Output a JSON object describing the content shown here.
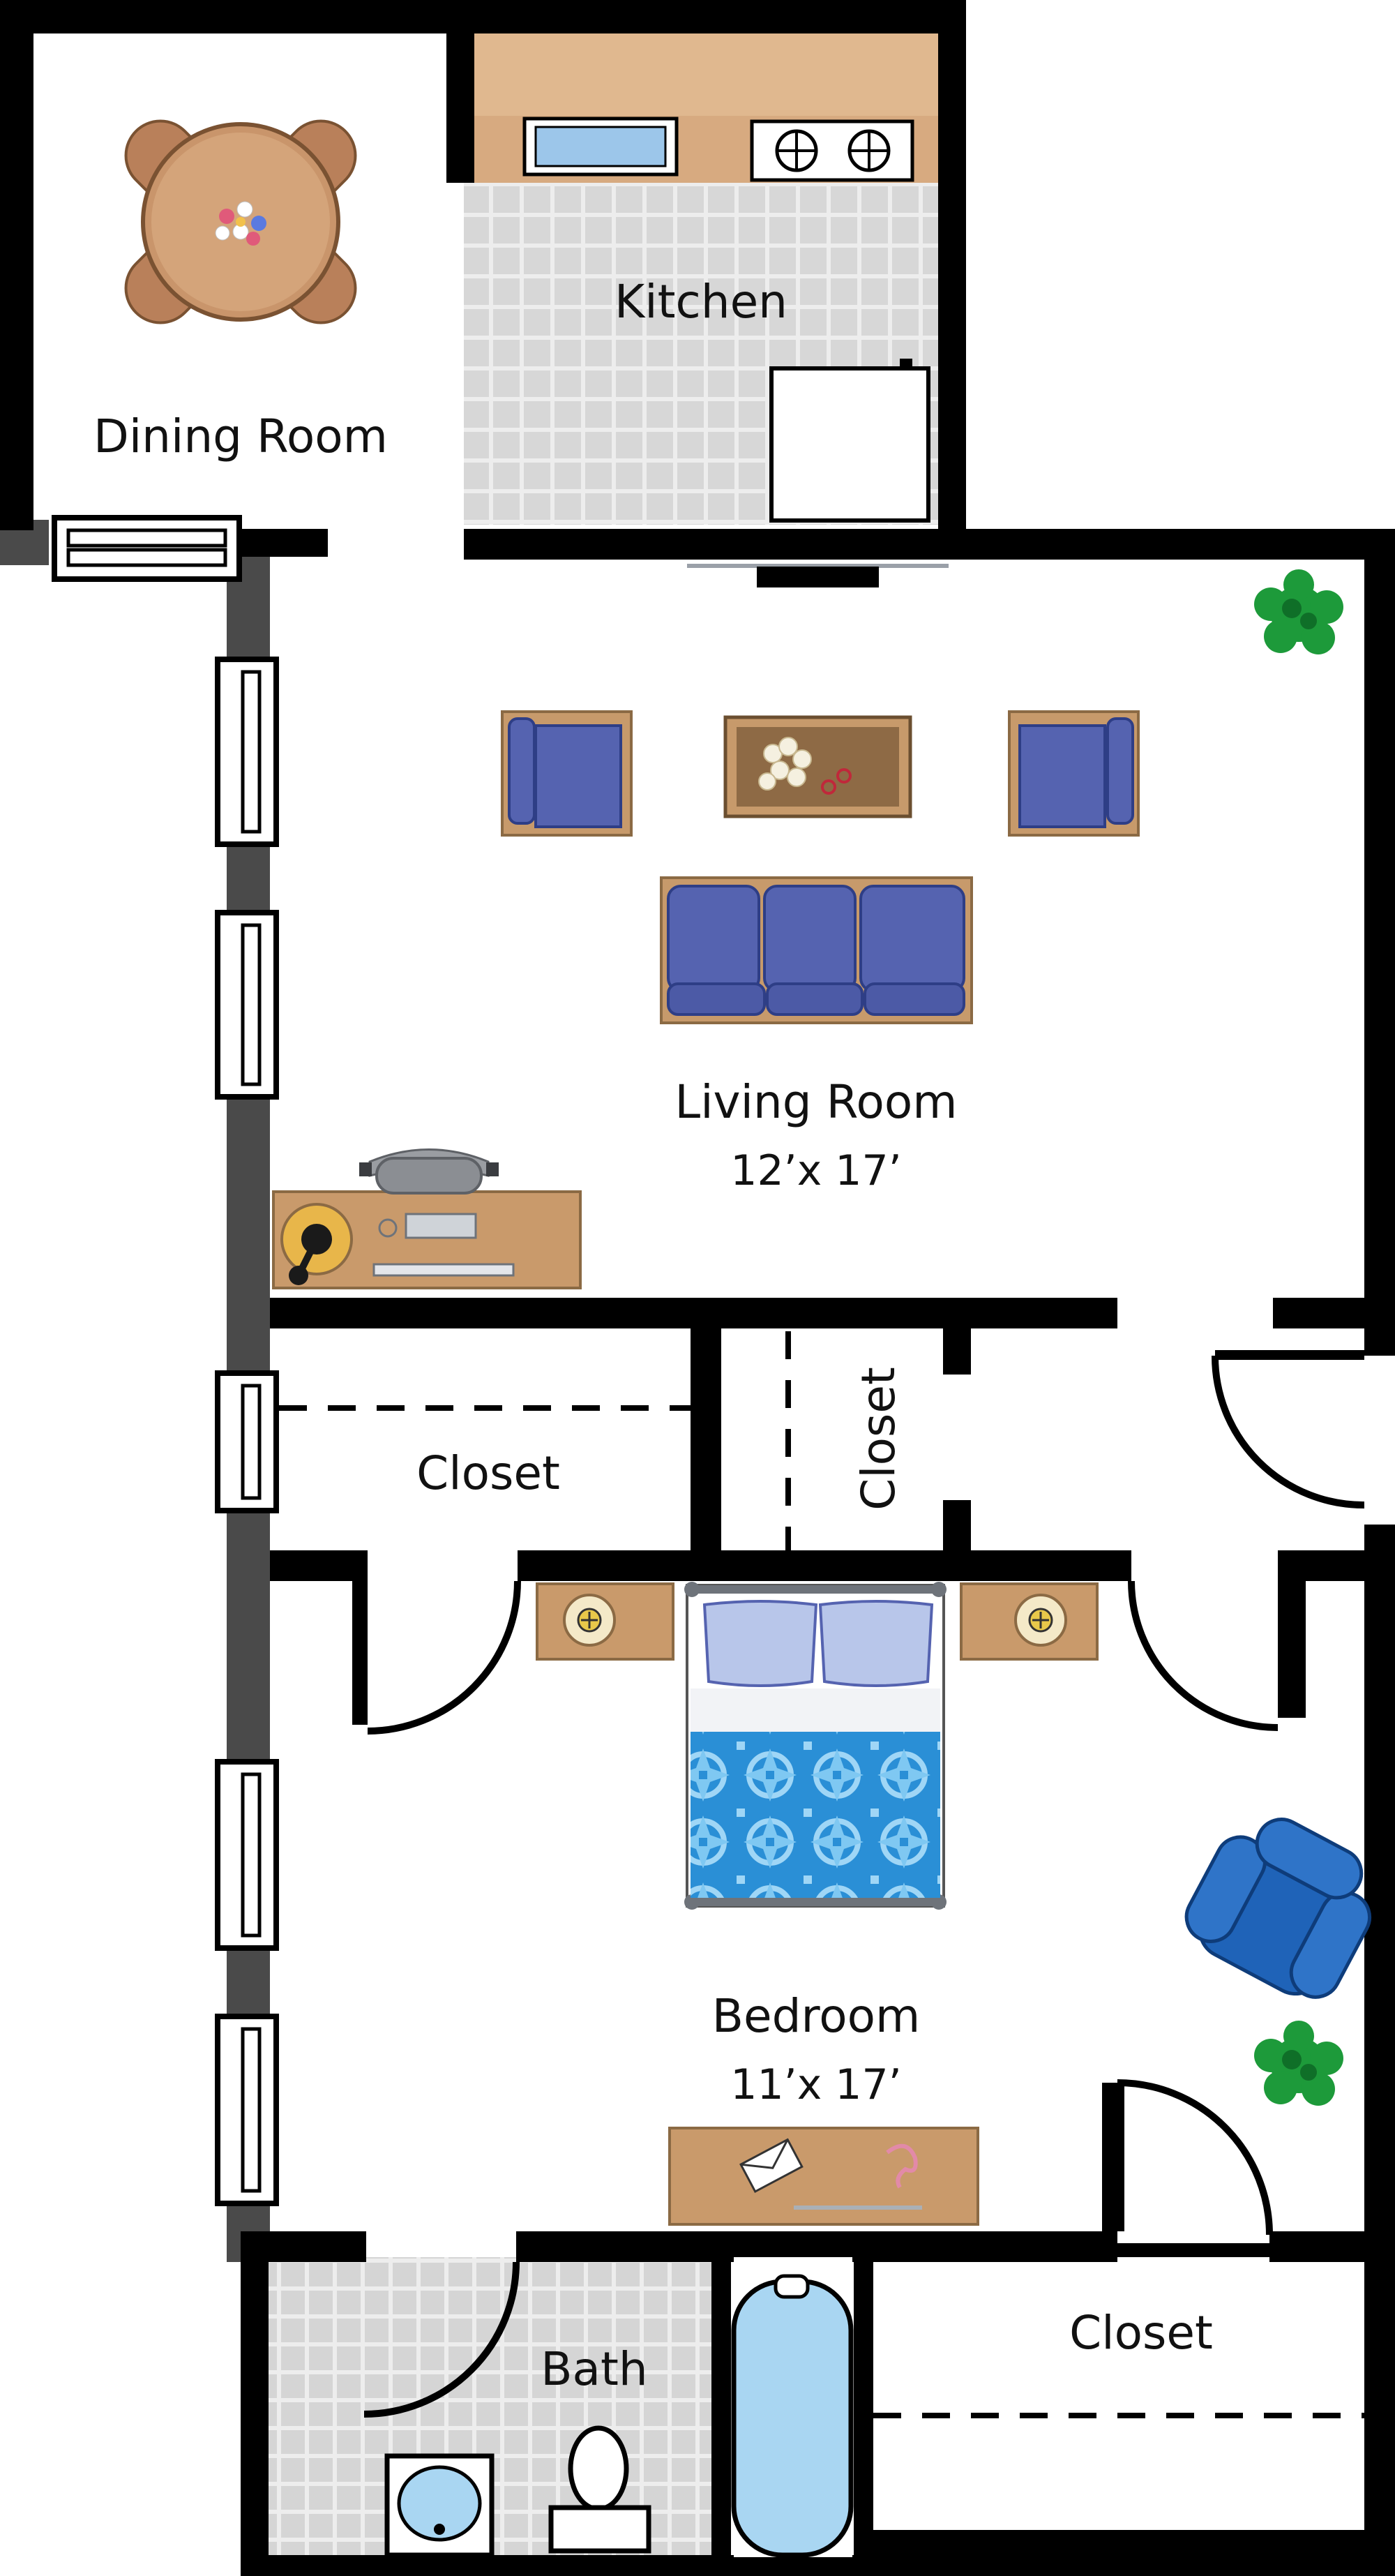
{
  "rooms": {
    "dining": {
      "label": "Dining Room"
    },
    "kitchen": {
      "label": "Kitchen"
    },
    "living": {
      "label": "Living Room",
      "size": "12’x 17’"
    },
    "closet_left": {
      "label": "Closet"
    },
    "closet_mid": {
      "label": "Closet"
    },
    "bedroom": {
      "label": "Bedroom",
      "size": "11’x 17’"
    },
    "bath": {
      "label": "Bath"
    },
    "closet_bottom": {
      "label": "Closet"
    }
  },
  "colors": {
    "wall": "#000000",
    "exterior_wall": "#4a4a4a",
    "wood": "#c99a6b",
    "wood_dark": "#8b6a44",
    "tile": "#d8d8d8",
    "tile_line": "#bdbdbd",
    "upholstery": "#5563b0",
    "upholstery_dark": "#2e3e86",
    "pillow": "#b8c6ea",
    "quilt": "#2a8fd6",
    "quilt_pattern": "#7fc8f2",
    "water": "#a9d6f2",
    "plant": "#1d9a3a",
    "chair_lounge": "#1f63b8"
  },
  "icons": [
    "dining-table-icon",
    "stove-icon",
    "kitchen-sink-icon",
    "refrigerator-icon",
    "tv-icon",
    "plant-icon",
    "armchair-icon",
    "coffee-table-icon",
    "sofa-icon",
    "desk-icon",
    "double-bed-icon",
    "nightstand-icon",
    "lounge-chair-icon",
    "dresser-icon",
    "bathtub-icon",
    "toilet-icon",
    "bath-sink-icon",
    "window-icon",
    "door-swing-icon"
  ]
}
